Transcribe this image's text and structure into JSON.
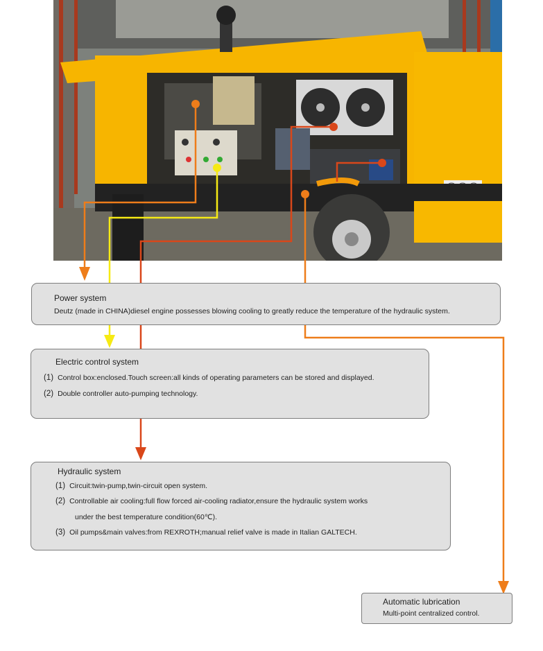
{
  "photo": {
    "description_icon": "trailer-concrete-pump-icon"
  },
  "colors": {
    "orange": "#ee7d1a",
    "yellow": "#f6ea14",
    "red": "#d9471a",
    "box_bg": "#e1e1e1",
    "machine_yellow": "#f7b500"
  },
  "power": {
    "title": "Power system",
    "text": "Deutz (made in CHINA)diesel engine possesses blowing cooling to greatly reduce the temperature of the hydraulic system."
  },
  "electric": {
    "title": "Electric control system",
    "items": [
      {
        "num": "(1)",
        "text": "Control box:enclosed.Touch screen:all kinds of operating parameters can be stored and displayed."
      },
      {
        "num": "(2)",
        "text": "Double controller auto-pumping technology."
      }
    ]
  },
  "hydraulic": {
    "title": "Hydraulic system",
    "items": [
      {
        "num": "(1)",
        "text": "Circuit:twin-pump,twin-circuit open system."
      },
      {
        "num": "(2)",
        "text": "Controllable air cooling:full  flow forced air-cooling radiator,ensure the hydraulic system works",
        "cont": "under the best temperature condition(60℃)."
      },
      {
        "num": "(3)",
        "text": "Oil pumps&main valves:from REXROTH;manual relief valve is made in Italian GALTECH."
      }
    ]
  },
  "lubrication": {
    "title": "Automatic lubrication",
    "text": "Multi-point centralized control."
  }
}
